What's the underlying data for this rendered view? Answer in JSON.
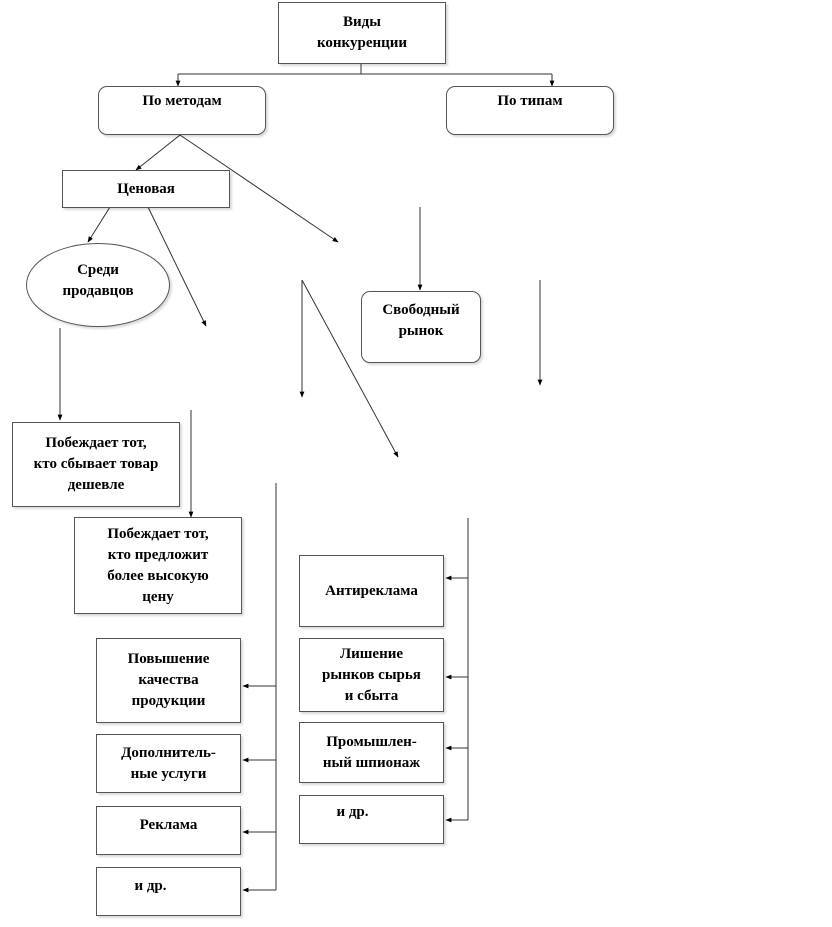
{
  "diagram": {
    "root": "Виды\nконкуренции",
    "by_methods": "По методам",
    "by_types": "По типам",
    "price": "Ценовая",
    "among_sellers": "Среди\nпродавцов",
    "sellers_outcome": "Побеждает тот,\nкто сбывает товар\nдешевле",
    "buyers_outcome": "Побеждает тот,\nкто предложит\nболее высокую\nцену",
    "free_market": "Свободный\nрынок",
    "nonprice_methods": [
      "Повышение\nкачества\nпродукции",
      "Дополнитель-\nные услуги",
      "Реклама",
      "и др."
    ],
    "unfair_methods": [
      "Антиреклама",
      "Лишение\nрынков сырья\nи сбыта",
      "Промышлен-\nный шпионаж",
      "и др."
    ]
  }
}
